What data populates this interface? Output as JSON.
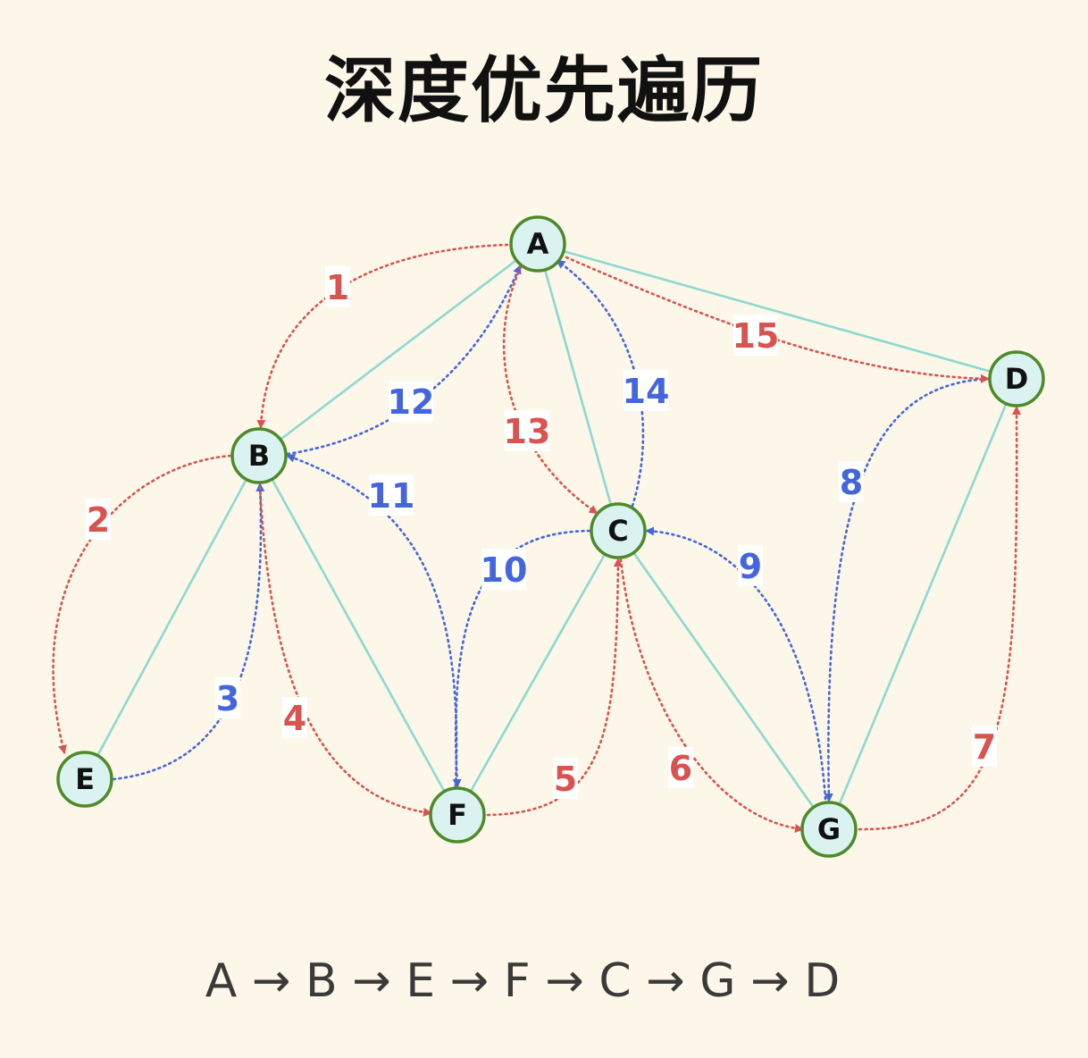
{
  "title": "深度优先遍历",
  "colors": {
    "background": "#fcf7e8",
    "edge": "#8ed8d2",
    "forward": "#d9534f",
    "backtrack": "#4466dd",
    "node_fill": "#daf3f1",
    "node_stroke": "#4d8a2a"
  },
  "nodes": [
    "A",
    "B",
    "C",
    "D",
    "E",
    "F",
    "G"
  ],
  "edges": [
    [
      "A",
      "B"
    ],
    [
      "A",
      "C"
    ],
    [
      "A",
      "D"
    ],
    [
      "B",
      "E"
    ],
    [
      "B",
      "F"
    ],
    [
      "C",
      "F"
    ],
    [
      "C",
      "G"
    ],
    [
      "D",
      "G"
    ]
  ],
  "steps": [
    {
      "n": "1",
      "from": "A",
      "to": "B",
      "kind": "forward"
    },
    {
      "n": "2",
      "from": "B",
      "to": "E",
      "kind": "forward"
    },
    {
      "n": "3",
      "from": "E",
      "to": "B",
      "kind": "backtrack"
    },
    {
      "n": "4",
      "from": "B",
      "to": "F",
      "kind": "forward"
    },
    {
      "n": "5",
      "from": "F",
      "to": "C",
      "kind": "forward"
    },
    {
      "n": "6",
      "from": "C",
      "to": "G",
      "kind": "forward"
    },
    {
      "n": "7",
      "from": "G",
      "to": "D",
      "kind": "forward"
    },
    {
      "n": "8",
      "from": "D",
      "to": "G",
      "kind": "backtrack"
    },
    {
      "n": "9",
      "from": "G",
      "to": "C",
      "kind": "backtrack"
    },
    {
      "n": "10",
      "from": "C",
      "to": "F",
      "kind": "backtrack"
    },
    {
      "n": "11",
      "from": "F",
      "to": "B",
      "kind": "backtrack"
    },
    {
      "n": "12",
      "from": "B",
      "to": "A",
      "kind": "backtrack"
    },
    {
      "n": "13",
      "from": "A",
      "to": "C",
      "kind": "forward"
    },
    {
      "n": "14",
      "from": "C",
      "to": "A",
      "kind": "backtrack"
    },
    {
      "n": "15",
      "from": "A",
      "to": "D",
      "kind": "forward"
    }
  ],
  "traversal_order": [
    "A",
    "B",
    "E",
    "F",
    "C",
    "G",
    "D"
  ],
  "arrow_symbol": "→"
}
